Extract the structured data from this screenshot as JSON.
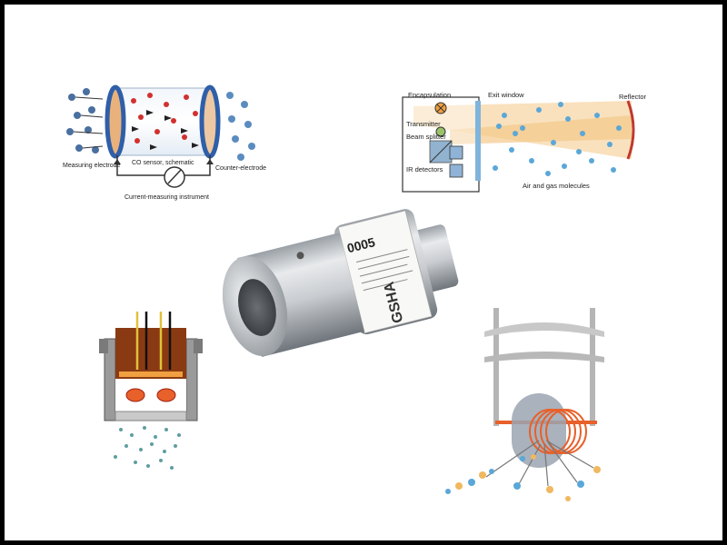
{
  "co_sensor": {
    "measuring_electrode": "Measuring electrode",
    "schematic": "CO sensor, schematic",
    "counter_electrode": "Counter-electrode",
    "instrument": "Current-measuring instrument"
  },
  "ir_sensor": {
    "encapsulation": "Encapsulation",
    "exit_window": "Exit window",
    "reflector": "Reflector",
    "transmitter": "Transmitter",
    "beam_splitter": "Beam splitter",
    "ir_detectors": "IR detectors",
    "molecules": "Air and gas molecules"
  },
  "product": {
    "model_text": "GSHA",
    "serial_text": "0005"
  },
  "colors": {
    "electrode_blue": "#2f5fa8",
    "electrolyte_red": "#d23030",
    "ir_orange": "#f0a040",
    "molecule_blue": "#5aa7d8",
    "catalytic_brown": "#8a3a12",
    "pellistor_orange": "#e8602a",
    "steel": "#c9ccd0"
  },
  "icons": [
    "molecule-icon",
    "ir-lamp-icon",
    "dial-icon",
    "coil-icon"
  ]
}
